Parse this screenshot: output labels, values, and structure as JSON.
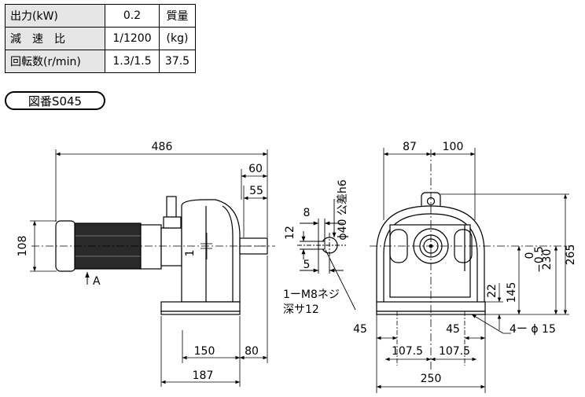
{
  "spec_table": {
    "rows": [
      {
        "label": "出力(kW)",
        "value": "0.2",
        "extra": "質量"
      },
      {
        "label": "減　速　比",
        "value": "1/1200",
        "extra": "(kg)"
      },
      {
        "label": "回転数(r/min)",
        "value": "1.3/1.5",
        "extra": "37.5"
      }
    ]
  },
  "drawing_id": "図番S045",
  "dimensions": {
    "d486": "486",
    "d60": "60",
    "d55": "55",
    "d108": "108",
    "d1": "1",
    "arrow_a": "A",
    "d150": "150",
    "d80": "80",
    "d187": "187",
    "d8": "8",
    "d12": "12",
    "d5": "5",
    "shaft_dia": "ϕ40 公差h6",
    "tap": "1ーM8ネジ",
    "tap_depth": "深サ12",
    "d87": "87",
    "d100": "100",
    "d265": "265",
    "d230": "230",
    "tol_upper": "0",
    "tol_lower": "−0.5",
    "d22": "22",
    "d145": "145",
    "d45_left": "45",
    "d45_right": "45",
    "d107_left": "107.5",
    "d107_right": "107.5",
    "d250": "250",
    "holes": "4ー ϕ 15"
  }
}
